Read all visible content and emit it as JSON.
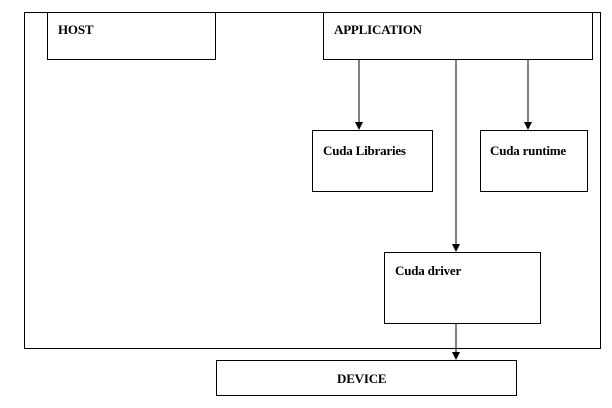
{
  "diagram": {
    "nodes": {
      "host": {
        "label": "HOST"
      },
      "application": {
        "label": "APPLICATION"
      },
      "cuda_libraries": {
        "label": "Cuda Libraries"
      },
      "cuda_runtime": {
        "label": "Cuda runtime"
      },
      "cuda_driver": {
        "label": "Cuda driver"
      },
      "device": {
        "label": "DEVICE"
      }
    },
    "edges": [
      {
        "from": "application",
        "to": "cuda_libraries"
      },
      {
        "from": "application",
        "to": "cuda_runtime"
      },
      {
        "from": "application",
        "to": "cuda_driver"
      },
      {
        "from": "cuda_driver",
        "to": "device"
      }
    ]
  }
}
